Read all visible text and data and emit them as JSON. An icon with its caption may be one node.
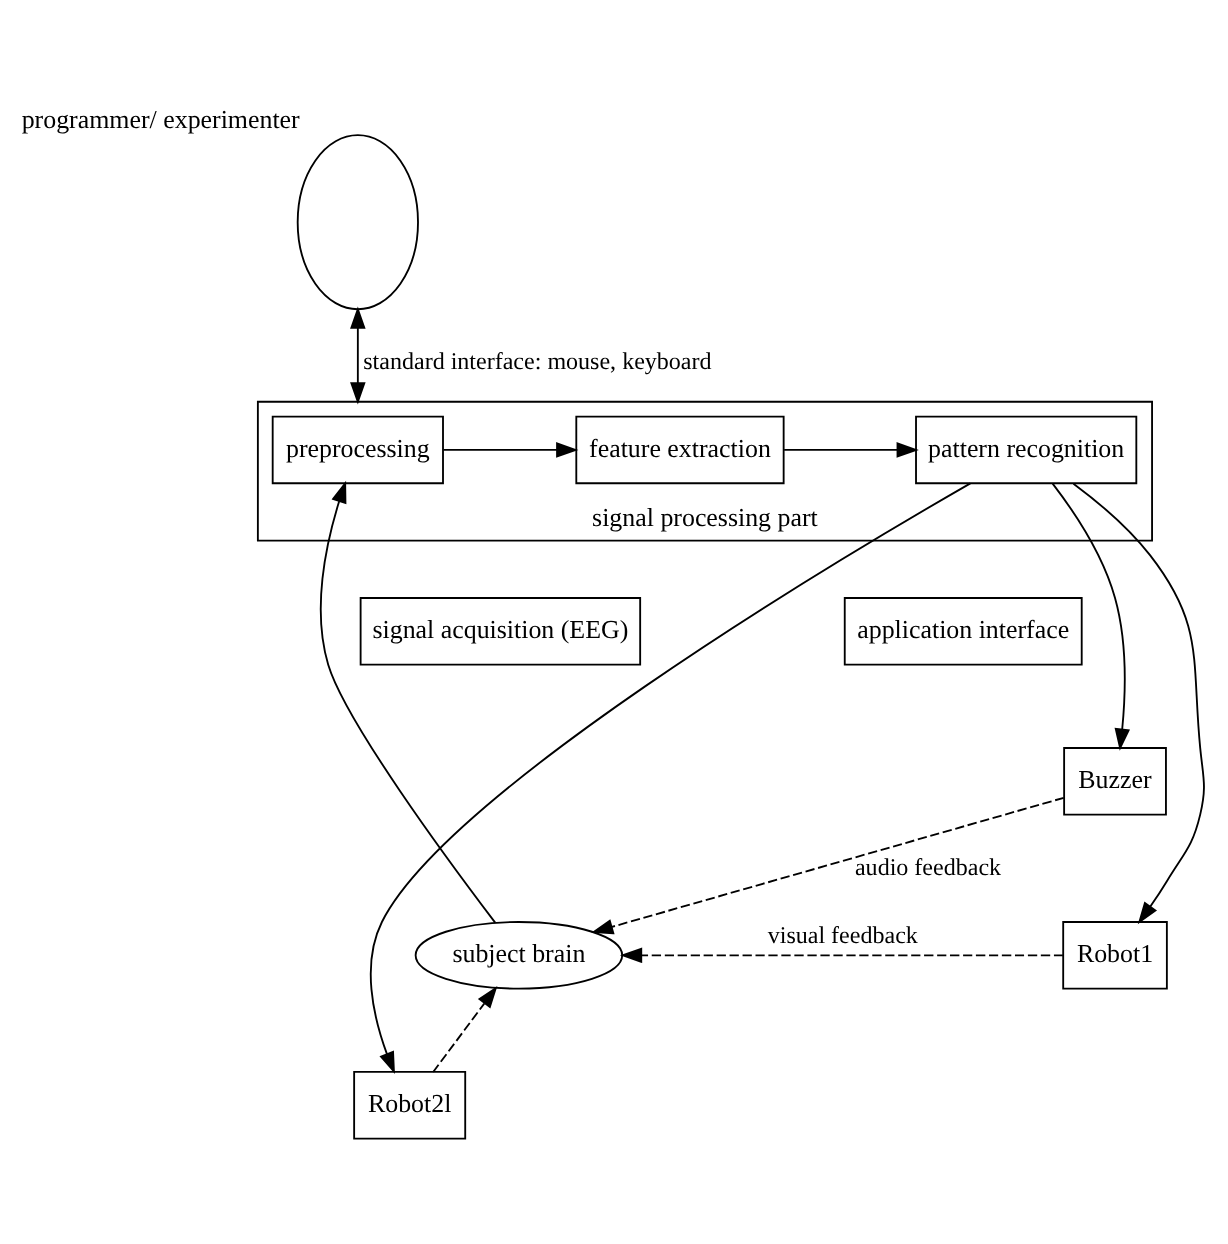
{
  "diagram": {
    "nodes": [
      {
        "text": [],
        "shape": "ellipse",
        "beside": [
          "programmer/ experimenter"
        ]
      },
      {
        "text": [
          "signal processing part"
        ]
      },
      {
        "text": [
          "preprocessing"
        ],
        "in": 1
      },
      {
        "text": [
          "feature extraction"
        ],
        "in": 1
      },
      {
        "text": [
          "pattern recognition"
        ],
        "in": 1
      },
      {
        "text": [
          "signal acquisition (EEG)"
        ]
      },
      {
        "text": [
          "application interface"
        ]
      },
      {
        "text": [
          "subject brain"
        ]
      },
      {
        "text": [
          "Buzzer"
        ]
      },
      {
        "text": [
          "Robot1"
        ]
      },
      {
        "text": [
          "Robot2l"
        ]
      }
    ],
    "edges": [
      {
        "from": 0,
        "to": 1,
        "arrow": "both",
        "label": "standard interface: mouse, keyboard"
      },
      {
        "from": 2,
        "to": 3,
        "arrow": "to"
      },
      {
        "from": 3,
        "to": 4,
        "arrow": "to"
      },
      {
        "from": 7,
        "to": 2,
        "arrow": "to"
      },
      {
        "from": 4,
        "to": 8,
        "arrow": "to"
      },
      {
        "from": 4,
        "to": 9,
        "arrow": "to"
      },
      {
        "from": 4,
        "to": 10,
        "arrow": "to"
      },
      {
        "from": 8,
        "to": 7,
        "arrow": "to",
        "style": "dashed",
        "label": "audio feedback"
      },
      {
        "from": 9,
        "to": 7,
        "arrow": "to",
        "style": "dashed",
        "label": "visual feedback"
      },
      {
        "from": 10,
        "to": 7,
        "arrow": "to",
        "style": "dashed"
      }
    ]
  }
}
